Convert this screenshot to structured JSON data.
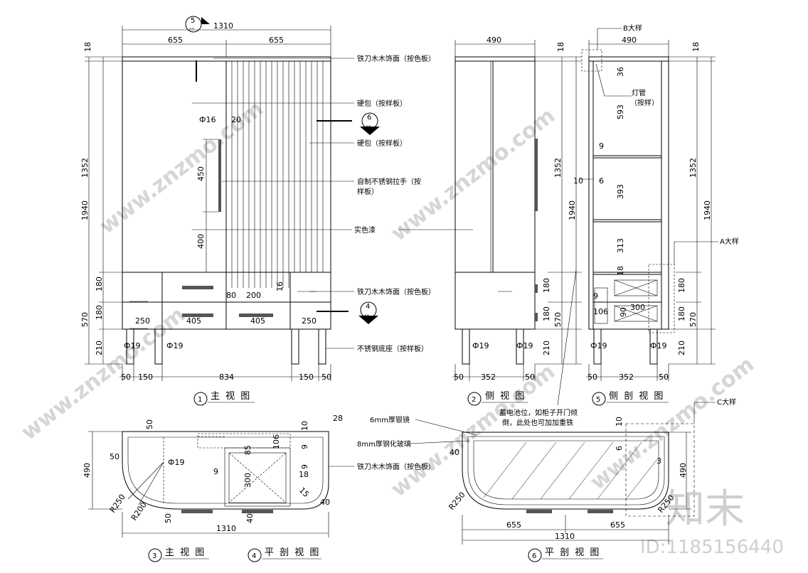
{
  "main_view": {
    "dims_top": {
      "total": "1310",
      "left": "655",
      "right": "655"
    },
    "dims_left": {
      "h1": "18",
      "h2": "1352",
      "h3": "1940",
      "h4": "180",
      "h5": "570",
      "h6": "180",
      "h7": "210"
    },
    "dims_inner": {
      "d16": "Ф16",
      "d20": "20",
      "d450": "450",
      "d400": "400",
      "d80": "80",
      "d200": "200",
      "d16b": "16",
      "d250a": "250",
      "d405a": "405",
      "d405b": "405",
      "d250b": "250",
      "d19a": "Ф19",
      "d19b": "Ф19"
    },
    "dims_bottom": {
      "a": "50",
      "b": "150",
      "c": "834",
      "d": "150",
      "e": "50"
    },
    "labels": [
      "铁刀木木饰面（按色板）",
      "硬包（按样板）",
      "硬包（按样板）",
      "自制不锈钢拉手（按",
      "样板）",
      "实色漆",
      "铁刀木木饰面（按色板）",
      "不锈钢底座（按样板）"
    ],
    "marker_top": {
      "num": "5",
      "sub": "--"
    },
    "marker_mid": {
      "num": "6",
      "sub": "--"
    },
    "marker_bot": {
      "num": "4",
      "sub": "--"
    },
    "title": {
      "num": "1",
      "text": "主 视 图"
    }
  },
  "side_view": {
    "dims_top": {
      "total": "490"
    },
    "dims_left": {
      "h1": "18",
      "h2": "1352",
      "h3": "1940",
      "h4": "180",
      "h5": "570",
      "h6": "180",
      "h7": "210"
    },
    "dims_inner": {
      "d19a": "Ф19",
      "d19b": "Ф19"
    },
    "dims_bottom": {
      "a": "50",
      "b": "352",
      "c": "50"
    },
    "title": {
      "num": "2",
      "text": "侧 视 图"
    }
  },
  "section_view": {
    "dims_top": {
      "total": "490",
      "b_label": "B大样"
    },
    "dims_right": {
      "h1": "18",
      "h2": "1352",
      "h3": "1940",
      "h4": "180",
      "h5": "570",
      "h6": "180",
      "h7": "210"
    },
    "dims_inner": {
      "d36": "36",
      "d593": "593",
      "d9a": "9",
      "d10": "10",
      "d6": "6",
      "d393": "393",
      "d313": "313",
      "d18": "18",
      "d9b": "9",
      "d106": "106",
      "d300": "300",
      "d90": "90",
      "d19a": "Ф19",
      "d19b": "Ф19"
    },
    "dims_bottom": {
      "a": "50",
      "b": "352",
      "c": "50"
    },
    "labels": {
      "lamp1": "灯管",
      "lamp2": "（按样）",
      "a_label": "A大样"
    },
    "title": {
      "num": "5",
      "text": "侧 剖 视 图"
    }
  },
  "plan_view_left": {
    "dims": {
      "d50a": "50",
      "d50b": "50",
      "d490": "490",
      "d19": "Ф19",
      "dR250": "R250",
      "dR200": "R200",
      "d50c": "50",
      "d1310": "1310",
      "d9a": "9",
      "d300": "300",
      "d85": "85",
      "d106": "106",
      "d9b": "9",
      "d10": "10",
      "d28": "28",
      "d18": "18",
      "d15": "15",
      "d40a": "40",
      "d40b": "40",
      "d9c": "9"
    },
    "label": "铁刀木木饰面（按色板）",
    "title_a": {
      "num": "3",
      "text": "主 视 图"
    },
    "title_b": {
      "num": "4",
      "text": "平 剖 视 图"
    }
  },
  "plan_view_right": {
    "notes": [
      "蓄电池位，如柜子开门倾",
      "倒，此处也可加加重铁"
    ],
    "labels": {
      "mirror": "6mm厚银镜",
      "glass": "8mm厚钢化玻璃",
      "c_label": "C大样"
    },
    "dims": {
      "d40": "40",
      "d10": "10",
      "d6": "6",
      "d3": "3",
      "d490": "490",
      "dR250a": "R250",
      "dR250b": "R250",
      "d655a": "655",
      "d655b": "655",
      "d1310": "1310"
    },
    "title": {
      "num": "6",
      "text": "平 剖 视 图"
    }
  },
  "watermark": {
    "brand": "知末",
    "id": "ID:1185156440",
    "site": "www.znzmo.com"
  },
  "colors": {
    "line": "#000000",
    "watermark": "#d6d6d6",
    "background": "#ffffff"
  }
}
